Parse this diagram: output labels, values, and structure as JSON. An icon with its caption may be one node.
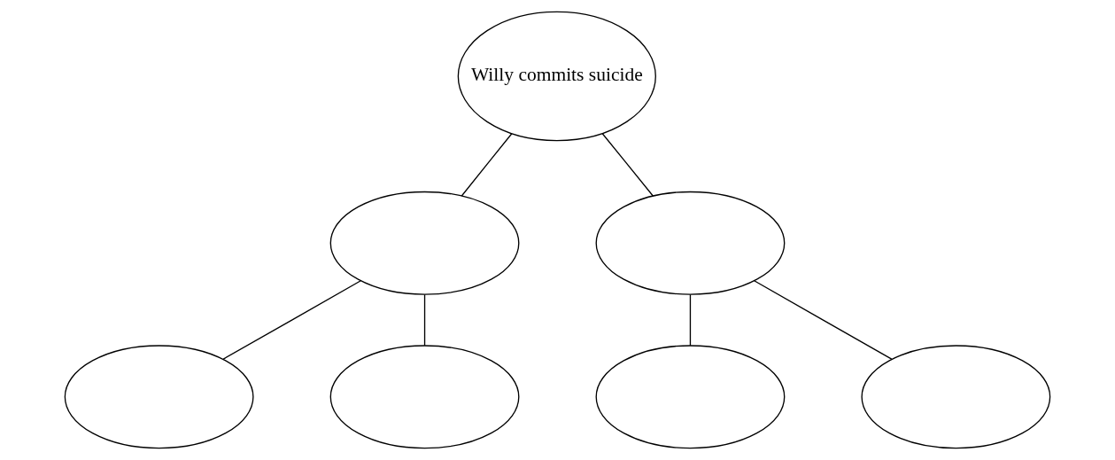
{
  "diagram": {
    "nodes": [
      {
        "text": [
          "Willy commits suicide"
        ]
      },
      {
        "text": [],
        "shape": "ellipse"
      },
      {
        "text": [],
        "shape": "ellipse"
      },
      {
        "text": [],
        "shape": "ellipse"
      },
      {
        "text": [],
        "shape": "ellipse"
      },
      {
        "text": [],
        "shape": "ellipse"
      },
      {
        "text": [],
        "shape": "ellipse"
      }
    ],
    "edges": [
      {
        "from": 0,
        "to": 1,
        "arrow": "none"
      },
      {
        "from": 0,
        "to": 2,
        "arrow": "none"
      },
      {
        "from": 1,
        "to": 3,
        "arrow": "none"
      },
      {
        "from": 1,
        "to": 4,
        "arrow": "none"
      },
      {
        "from": 2,
        "to": 5,
        "arrow": "none"
      },
      {
        "from": 2,
        "to": 6,
        "arrow": "none"
      }
    ]
  }
}
